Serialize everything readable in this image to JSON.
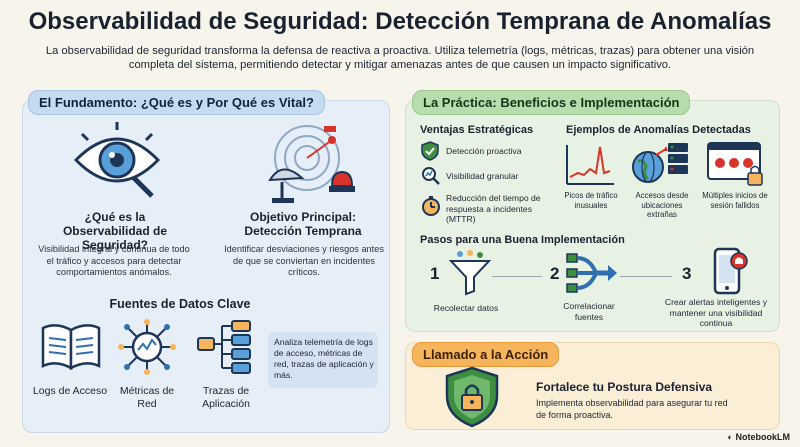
{
  "title": "Observabilidad de Seguridad: Detección Temprana de Anomalías",
  "subtitle": "La observabilidad de seguridad transforma la defensa de reactiva a proactiva. Utiliza telemetría (logs, métricas, trazas) para obtener una visión completa del sistema, permitiendo detectar y mitigar amenazas antes de que causen un impacto significativo.",
  "left": {
    "header": "El Fundamento: ¿Qué es y Por Qué es Vital?",
    "what": {
      "title": "¿Qué es la Observabilidad de Seguridad?",
      "text": "Visibilidad integral y continua de todo el tráfico y accesos para detectar comportamientos anómalos."
    },
    "objective": {
      "title": "Objetivo Principal: Detección Temprana",
      "text": "Identificar desviaciones y riesgos antes de que se conviertan en incidentes críticos."
    },
    "sources_title": "Fuentes de Datos Clave",
    "sources": [
      {
        "label": "Logs de Acceso",
        "icon": "open-book-icon"
      },
      {
        "label": "Métricas de Red",
        "icon": "network-metrics-icon"
      },
      {
        "label": "Trazas de Aplicación",
        "icon": "trace-tree-icon"
      }
    ],
    "sources_note": "Analiza telemetría de logs de acceso, métricas de red, trazas de aplicación y más."
  },
  "right": {
    "header": "La Práctica: Beneficios e Implementación",
    "advantages_title": "Ventajas Estratégicas",
    "advantages": [
      {
        "label": "Detección proactiva",
        "icon": "shield-check-icon"
      },
      {
        "label": "Visibilidad granular",
        "icon": "magnifier-icon"
      },
      {
        "label": "Reducción del tiempo de respuesta a incidentes (MTTR)",
        "icon": "stopwatch-icon"
      }
    ],
    "examples_title": "Ejemplos de Anomalías Detectadas",
    "examples": [
      {
        "label": "Picos de tráfico inusuales",
        "icon": "traffic-spike-icon"
      },
      {
        "label": "Accesos desde ubicaciones extrañas",
        "icon": "globe-server-icon"
      },
      {
        "label": "Múltiples inicios de sesión fallidos",
        "icon": "failed-login-icon"
      }
    ],
    "steps_title": "Pasos para una Buena Implementación",
    "steps": [
      {
        "num": "1",
        "label": "Recolectar datos",
        "icon": "funnel-icon"
      },
      {
        "num": "2",
        "label": "Correlacionar fuentes",
        "icon": "merge-arrows-icon"
      },
      {
        "num": "3",
        "label": "Crear alertas inteligentes y mantener una visibilidad continua",
        "icon": "phone-alert-icon"
      }
    ]
  },
  "cta": {
    "header": "Llamado a la Acción",
    "title": "Fortalece tu Postura Defensiva",
    "text": "Implementa observabilidad para asegurar tu red de forma proactiva."
  },
  "brand": "NotebookLM",
  "colors": {
    "blue": "#2f6fb0",
    "green": "#3e8e41",
    "orange": "#f6b55c",
    "red": "#d9342b",
    "navy": "#1d3557"
  }
}
